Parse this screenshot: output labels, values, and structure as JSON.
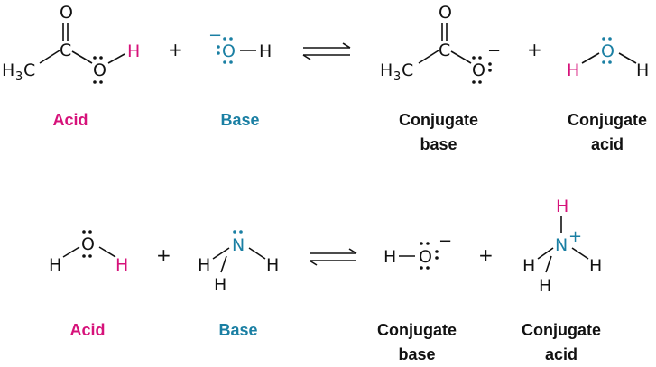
{
  "colors": {
    "text": "#111111",
    "acid": "#d6127a",
    "base": "#1a7fa3"
  },
  "atoms": {
    "O": "O",
    "H": "H",
    "C": "C",
    "N": "N",
    "methyl": "H",
    "methyl_sub": "3",
    "methyl_c": "C",
    "plus_sign": "+",
    "minus_sign": "−",
    "positive_charge": "+"
  },
  "reactions": [
    {
      "reactant_acid_label": "Acid",
      "reactant_base_label": "Base",
      "conjugate_base_label": [
        "Conjugate",
        "base"
      ],
      "conjugate_acid_label": [
        "Conjugate",
        "acid"
      ]
    },
    {
      "reactant_acid_label": "Acid",
      "reactant_base_label": "Base",
      "conjugate_base_label": [
        "Conjugate",
        "base"
      ],
      "conjugate_acid_label": [
        "Conjugate",
        "acid"
      ]
    }
  ]
}
